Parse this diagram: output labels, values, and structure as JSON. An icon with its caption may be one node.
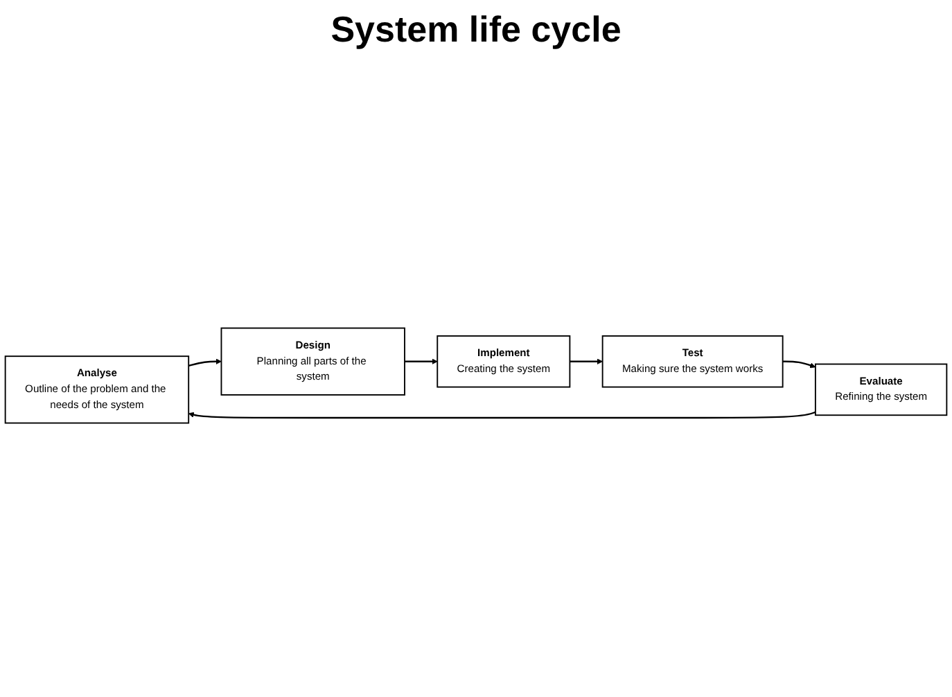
{
  "diagram": {
    "title": "System life cycle",
    "nodes": [
      {
        "text": [
          "Analyse",
          "Outline of the problem and the needs of the system"
        ]
      },
      {
        "text": [
          "Design",
          "Planning all parts of the system"
        ]
      },
      {
        "text": [
          "Implement",
          "Creating the system"
        ]
      },
      {
        "text": [
          "Test",
          "Making sure the system works"
        ]
      },
      {
        "text": [
          "Evaluate",
          "Refining the system"
        ]
      }
    ],
    "edges": [
      {
        "from": 0,
        "to": 1,
        "arrow": "to"
      },
      {
        "from": 1,
        "to": 2,
        "arrow": "to"
      },
      {
        "from": 2,
        "to": 3,
        "arrow": "to"
      },
      {
        "from": 3,
        "to": 4,
        "arrow": "to"
      },
      {
        "from": 4,
        "to": 0,
        "arrow": "to"
      }
    ]
  }
}
